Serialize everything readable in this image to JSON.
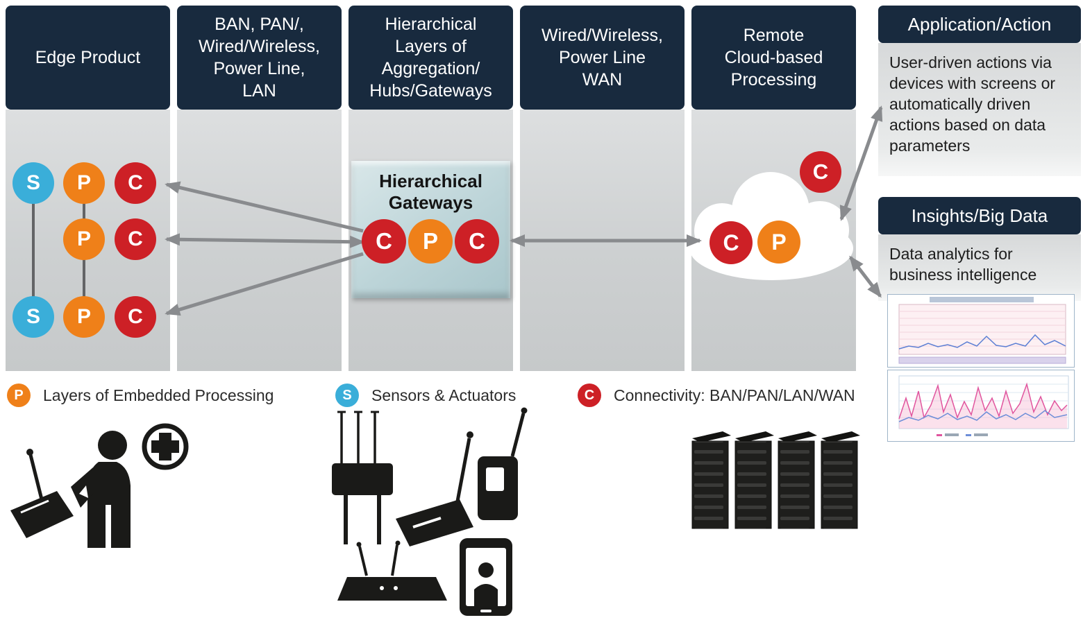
{
  "columns": [
    {
      "id": "edge-product",
      "header": "Edge Product"
    },
    {
      "id": "ban-pan-lan",
      "header": "BAN, PAN/,\nWired/Wireless,\nPower Line,\nLAN"
    },
    {
      "id": "aggregation",
      "header": "Hierarchical\nLayers of\nAggregation/\nHubs/Gateways"
    },
    {
      "id": "wan",
      "header": "Wired/Wireless,\nPower Line\nWAN"
    },
    {
      "id": "remote-cloud",
      "header": "Remote\nCloud-based\nProcessing"
    }
  ],
  "panels": {
    "application": {
      "title": "Application/Action",
      "body": "User-driven actions via devices with screens or automatically driven actions based on data parameters"
    },
    "insights": {
      "title": "Insights/Big Data",
      "body": "Data analytics for business intelligence"
    }
  },
  "gateway": {
    "title": "Hierarchical\nGateways",
    "nodes": [
      {
        "symbol": "C"
      },
      {
        "symbol": "P"
      },
      {
        "symbol": "C"
      }
    ]
  },
  "cloud": {
    "nodes": [
      {
        "symbol": "C"
      },
      {
        "symbol": "P"
      }
    ],
    "floating_node": {
      "symbol": "C"
    }
  },
  "edge": {
    "rows": [
      {
        "nodes": [
          {
            "symbol": "S",
            "type": "sensor"
          },
          {
            "symbol": "P",
            "type": "processing"
          },
          {
            "symbol": "C",
            "type": "connectivity"
          }
        ]
      },
      {
        "nodes": [
          {
            "symbol": "P",
            "type": "processing"
          },
          {
            "symbol": "C",
            "type": "connectivity"
          }
        ]
      },
      {
        "nodes": [
          {
            "symbol": "S",
            "type": "sensor"
          },
          {
            "symbol": "P",
            "type": "processing"
          },
          {
            "symbol": "C",
            "type": "connectivity"
          }
        ]
      }
    ]
  },
  "legend": [
    {
      "symbol": "P",
      "label": "Layers of Embedded Processing",
      "color": "#ef8019"
    },
    {
      "symbol": "S",
      "label": "Sensors & Actuators",
      "color": "#3aaed9"
    },
    {
      "symbol": "C",
      "label": "Connectivity: BAN/PAN/LAN/WAN",
      "color": "#cd2026"
    }
  ],
  "colors": {
    "header_bg": "#182a3e",
    "sensor": "#3aaed9",
    "processing": "#ef8019",
    "connectivity": "#cd2026",
    "arrow": "#898b8e",
    "gateway_bg": "#bcd4d8"
  }
}
